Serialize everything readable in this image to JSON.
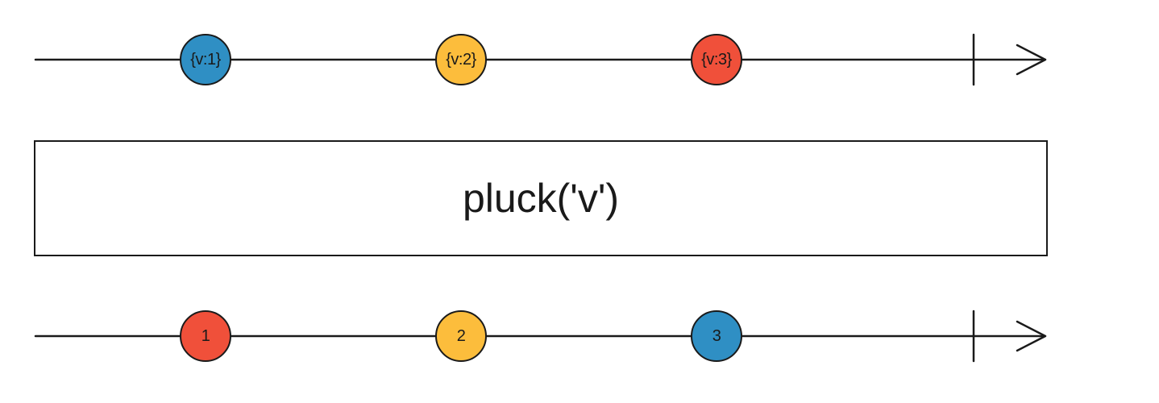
{
  "colors": {
    "blue": "#2f8fc4",
    "yellow": "#fcbd3c",
    "red": "#f0503a",
    "line": "#1a1a1a"
  },
  "input": {
    "marbles": [
      {
        "label": "{v:1}",
        "color": "#2f8fc4"
      },
      {
        "label": "{v:2}",
        "color": "#fcbd3c"
      },
      {
        "label": "{v:3}",
        "color": "#f0503a"
      }
    ]
  },
  "operator": {
    "label": "pluck('v')"
  },
  "output": {
    "marbles": [
      {
        "label": "1",
        "color": "#f0503a"
      },
      {
        "label": "2",
        "color": "#fcbd3c"
      },
      {
        "label": "3",
        "color": "#2f8fc4"
      }
    ]
  }
}
